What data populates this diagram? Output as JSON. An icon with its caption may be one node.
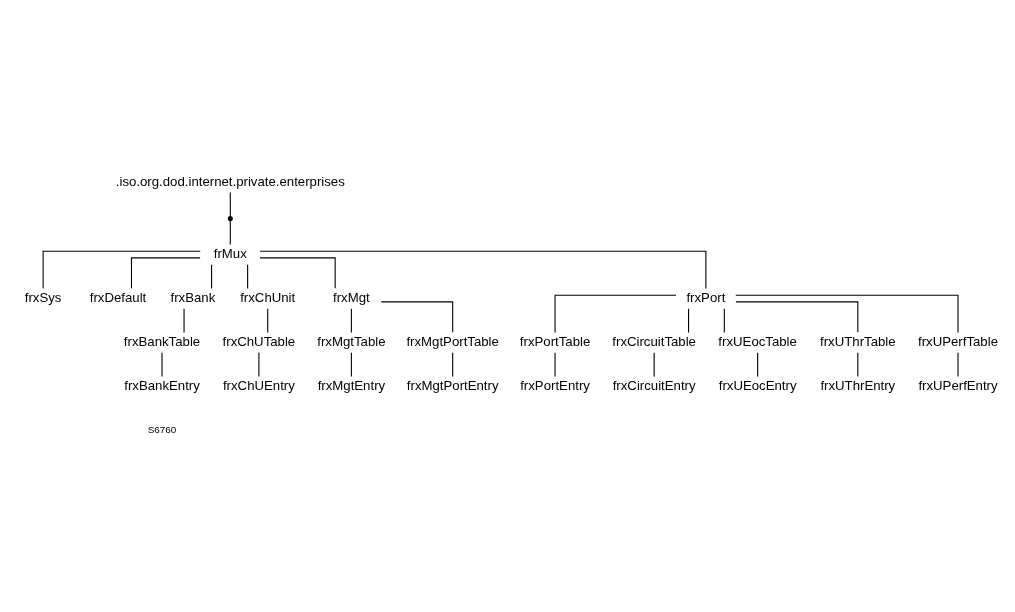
{
  "diagram": {
    "nodes": [
      {
        "text": [
          ".iso.org.dod.internet.private.enterprises"
        ]
      },
      {
        "text": [],
        "shape": "point"
      },
      {
        "text": [
          "frMux"
        ]
      },
      {
        "text": [
          "frxSys"
        ]
      },
      {
        "text": [
          "frxDefault"
        ]
      },
      {
        "text": [
          "frxBank"
        ]
      },
      {
        "text": [
          "frxBankTable"
        ]
      },
      {
        "text": [
          "frxBankEntry"
        ]
      },
      {
        "text": [
          "frxChUnit"
        ]
      },
      {
        "text": [
          "frxChUTable"
        ]
      },
      {
        "text": [
          "frxChUEntry"
        ]
      },
      {
        "text": [
          "frxMgt"
        ]
      },
      {
        "text": [
          "frxMgtTable"
        ]
      },
      {
        "text": [
          "frxMgtEntry"
        ]
      },
      {
        "text": [
          "frxMgtPortTable"
        ]
      },
      {
        "text": [
          "frxMgtPortEntry"
        ]
      },
      {
        "text": [
          "frxPort"
        ]
      },
      {
        "text": [
          "frxPortTable"
        ]
      },
      {
        "text": [
          "frxPortEntry"
        ]
      },
      {
        "text": [
          "frxCircuitTable"
        ]
      },
      {
        "text": [
          "frxCircuitEntry"
        ]
      },
      {
        "text": [
          "frxUEocTable"
        ]
      },
      {
        "text": [
          "frxUEocEntry"
        ]
      },
      {
        "text": [
          "frxUThrTable"
        ]
      },
      {
        "text": [
          "frxUThrEntry"
        ]
      },
      {
        "text": [
          "frxUPerfTable"
        ]
      },
      {
        "text": [
          "frxUPerfEntry"
        ]
      }
    ],
    "edges": [
      {
        "from": 0,
        "to": 1,
        "arrow": "none"
      },
      {
        "from": 1,
        "to": 2,
        "arrow": "none"
      },
      {
        "from": 2,
        "to": 3,
        "arrow": "none"
      },
      {
        "from": 2,
        "to": 4,
        "arrow": "none"
      },
      {
        "from": 2,
        "to": 5,
        "arrow": "none"
      },
      {
        "from": 2,
        "to": 8,
        "arrow": "none"
      },
      {
        "from": 2,
        "to": 11,
        "arrow": "none"
      },
      {
        "from": 2,
        "to": 16,
        "arrow": "none"
      },
      {
        "from": 5,
        "to": 6,
        "arrow": "none"
      },
      {
        "from": 6,
        "to": 7,
        "arrow": "none"
      },
      {
        "from": 8,
        "to": 9,
        "arrow": "none"
      },
      {
        "from": 9,
        "to": 10,
        "arrow": "none"
      },
      {
        "from": 11,
        "to": 12,
        "arrow": "none"
      },
      {
        "from": 12,
        "to": 13,
        "arrow": "none"
      },
      {
        "from": 11,
        "to": 14,
        "arrow": "none"
      },
      {
        "from": 14,
        "to": 15,
        "arrow": "none"
      },
      {
        "from": 16,
        "to": 17,
        "arrow": "none"
      },
      {
        "from": 17,
        "to": 18,
        "arrow": "none"
      },
      {
        "from": 16,
        "to": 19,
        "arrow": "none"
      },
      {
        "from": 19,
        "to": 20,
        "arrow": "none"
      },
      {
        "from": 16,
        "to": 21,
        "arrow": "none"
      },
      {
        "from": 21,
        "to": 22,
        "arrow": "none"
      },
      {
        "from": 16,
        "to": 23,
        "arrow": "none"
      },
      {
        "from": 23,
        "to": 24,
        "arrow": "none"
      },
      {
        "from": 16,
        "to": 25,
        "arrow": "none"
      },
      {
        "from": 25,
        "to": 26,
        "arrow": "none"
      }
    ],
    "labels": [
      "S6760"
    ]
  }
}
